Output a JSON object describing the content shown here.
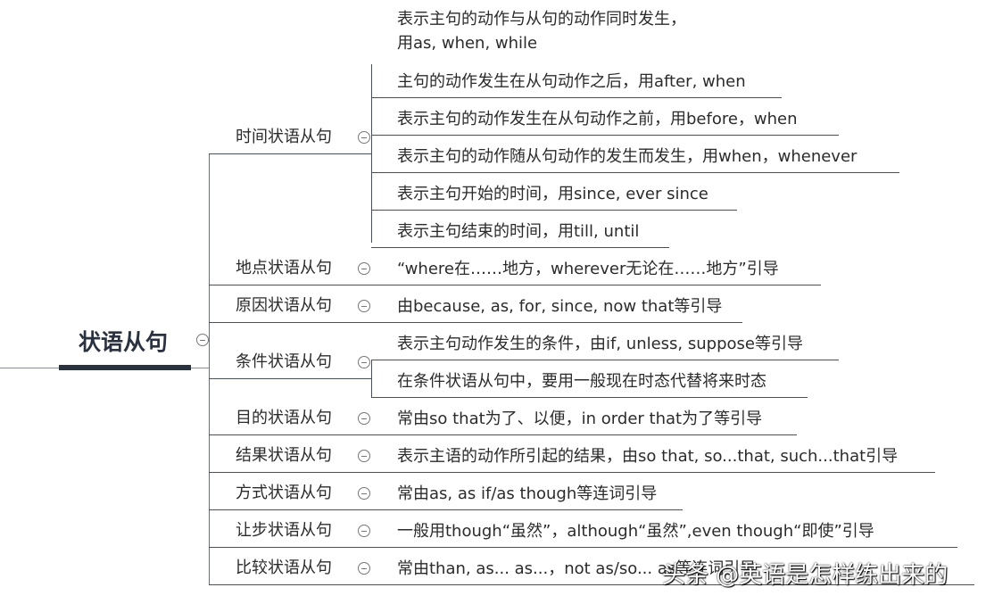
{
  "root": {
    "label": "状语从句"
  },
  "branches": [
    {
      "label": "时间状语从句",
      "leaves": [
        "表示主句的动作与从句的动作同时发生，",
        "用as, when, while",
        "主句的动作发生在从句动作之后，用after, when",
        "表示主句的动作发生在从句动作之前，用before，when",
        "表示主句的动作随从句动作的发生而发生，用when，whenever",
        "表示主句开始的时间，用since, ever since",
        "表示主句结束的时间，用till, until"
      ]
    },
    {
      "label": "地点状语从句",
      "leaves": [
        "“where在……地方，wherever无论在……地方”引导"
      ]
    },
    {
      "label": "原因状语从句",
      "leaves": [
        "由because, as, for, since, now that等引导"
      ]
    },
    {
      "label": "条件状语从句",
      "leaves": [
        "表示主句动作发生的条件，由if, unless, suppose等引导",
        "在条件状语从句中，要用一般现在时态代替将来时态"
      ]
    },
    {
      "label": "目的状语从句",
      "leaves": [
        "常由so that为了、以便，in order that为了等引导"
      ]
    },
    {
      "label": "结果状语从句",
      "leaves": [
        "表示主语的动作所引起的结果，由so that, so...that, such...that引导"
      ]
    },
    {
      "label": "方式状语从句",
      "leaves": [
        "常由as, as if/as though等连词引导"
      ]
    },
    {
      "label": "让步状语从句",
      "leaves": [
        "一般用though“虽然”，although“虽然”,even though“即使”引导"
      ]
    },
    {
      "label": "比较状语从句",
      "leaves": [
        "常由than, as... as...，not as/so... as等连词引导"
      ]
    }
  ],
  "watermark": "头条 @英语是怎样练出来的"
}
